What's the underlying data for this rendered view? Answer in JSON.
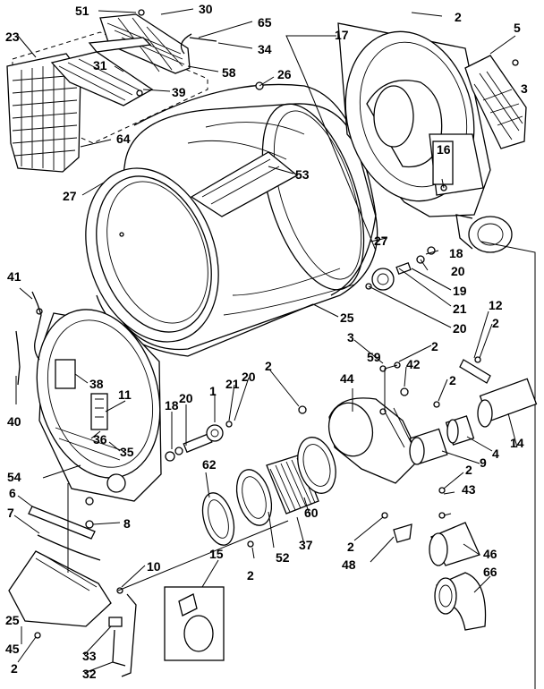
{
  "diagram": {
    "labels": [
      {
        "id": "l51",
        "text": "51"
      },
      {
        "id": "l30",
        "text": "30"
      },
      {
        "id": "l65",
        "text": "65"
      },
      {
        "id": "l34",
        "text": "34"
      },
      {
        "id": "l23",
        "text": "23"
      },
      {
        "id": "l31",
        "text": "31"
      },
      {
        "id": "l58",
        "text": "58"
      },
      {
        "id": "l39",
        "text": "39"
      },
      {
        "id": "l64",
        "text": "64"
      },
      {
        "id": "l27a",
        "text": "27"
      },
      {
        "id": "l26",
        "text": "26"
      },
      {
        "id": "l53",
        "text": "53"
      },
      {
        "id": "l2a",
        "text": "2"
      },
      {
        "id": "l17",
        "text": "17"
      },
      {
        "id": "l5",
        "text": "5"
      },
      {
        "id": "l3a",
        "text": "3"
      },
      {
        "id": "l16",
        "text": "16"
      },
      {
        "id": "l18a",
        "text": "18"
      },
      {
        "id": "l27b",
        "text": "27"
      },
      {
        "id": "l20a",
        "text": "20"
      },
      {
        "id": "l19",
        "text": "19"
      },
      {
        "id": "l21a",
        "text": "21"
      },
      {
        "id": "l20b",
        "text": "20"
      },
      {
        "id": "l25",
        "text": "25"
      },
      {
        "id": "l41",
        "text": "41"
      },
      {
        "id": "l40",
        "text": "40"
      },
      {
        "id": "l38",
        "text": "38"
      },
      {
        "id": "l11",
        "text": "11"
      },
      {
        "id": "l36",
        "text": "36"
      },
      {
        "id": "l35",
        "text": "35"
      },
      {
        "id": "l18b",
        "text": "18"
      },
      {
        "id": "l20c",
        "text": "20"
      },
      {
        "id": "l1",
        "text": "1"
      },
      {
        "id": "l21b",
        "text": "21"
      },
      {
        "id": "l20d",
        "text": "20"
      },
      {
        "id": "l2b",
        "text": "2"
      },
      {
        "id": "l3b",
        "text": "3"
      },
      {
        "id": "l2c",
        "text": "2"
      },
      {
        "id": "l59",
        "text": "59"
      },
      {
        "id": "l42",
        "text": "42"
      },
      {
        "id": "l44",
        "text": "44"
      },
      {
        "id": "l12",
        "text": "12"
      },
      {
        "id": "l2d",
        "text": "2"
      },
      {
        "id": "l2e",
        "text": "2"
      },
      {
        "id": "l14",
        "text": "14"
      },
      {
        "id": "l4",
        "text": "4"
      },
      {
        "id": "l9",
        "text": "9"
      },
      {
        "id": "l54",
        "text": "54"
      },
      {
        "id": "l6",
        "text": "6"
      },
      {
        "id": "l7",
        "text": "7"
      },
      {
        "id": "l8",
        "text": "8"
      },
      {
        "id": "l62",
        "text": "62"
      },
      {
        "id": "l60",
        "text": "60"
      },
      {
        "id": "l37",
        "text": "37"
      },
      {
        "id": "l52",
        "text": "52"
      },
      {
        "id": "l2f",
        "text": "2"
      },
      {
        "id": "l2g",
        "text": "2"
      },
      {
        "id": "l43",
        "text": "43"
      },
      {
        "id": "l2h",
        "text": "2"
      },
      {
        "id": "l48",
        "text": "48"
      },
      {
        "id": "l46",
        "text": "46"
      },
      {
        "id": "l10",
        "text": "10"
      },
      {
        "id": "l15",
        "text": "15"
      },
      {
        "id": "l66",
        "text": "66"
      },
      {
        "id": "l25b",
        "text": "25"
      },
      {
        "id": "l45",
        "text": "45"
      },
      {
        "id": "l33",
        "text": "33"
      },
      {
        "id": "l2i",
        "text": "2"
      },
      {
        "id": "l32",
        "text": "32"
      }
    ]
  }
}
